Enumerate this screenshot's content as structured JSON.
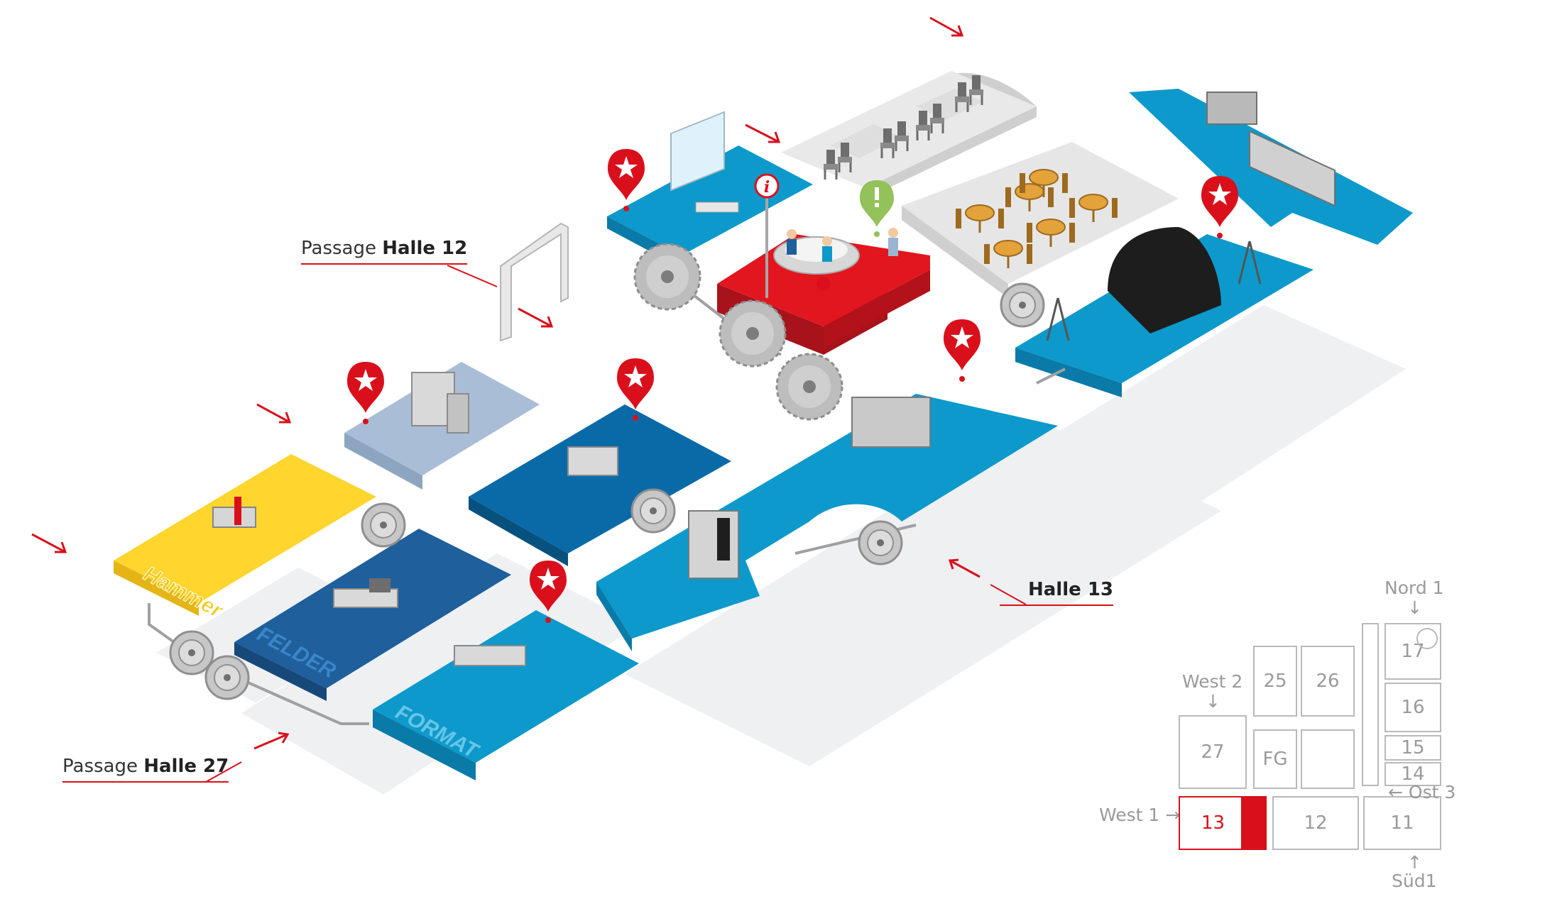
{
  "labels": {
    "passage_12": {
      "prefix": "Passage ",
      "strong": "Halle 12"
    },
    "passage_27": {
      "prefix": "Passage ",
      "strong": "Halle 27"
    },
    "halle_13": "Halle 13"
  },
  "booth_brands": {
    "hammer": "Hammer",
    "felder": "FELDER",
    "format": "FORMAT"
  },
  "overview_map": {
    "halls": {
      "h13": "13",
      "h12": "12",
      "h11": "11",
      "h27": "27",
      "hfg": "FG",
      "h25": "25",
      "h26": "26",
      "h17": "17",
      "h16": "16",
      "h15": "15",
      "h14": "14"
    },
    "gates": {
      "nord1": "Nord 1",
      "nord1_arrow": "↓",
      "west2": "West 2",
      "west2_arrow": "↓",
      "west1": "West 1 →",
      "ost3": "← Ost 3",
      "sued1": "Süd1",
      "sued1_arrow": "↑"
    }
  },
  "colors": {
    "red": "#d9101b",
    "yellow": "#ffd52e",
    "blue_dark": "#1e5f9c",
    "blue_mid": "#0a6aa8",
    "blue_light": "#0d99cb",
    "blue_pale": "#9bb4d1",
    "grey_platform": "#e2e2e2",
    "green_marker": "#93c15a"
  }
}
